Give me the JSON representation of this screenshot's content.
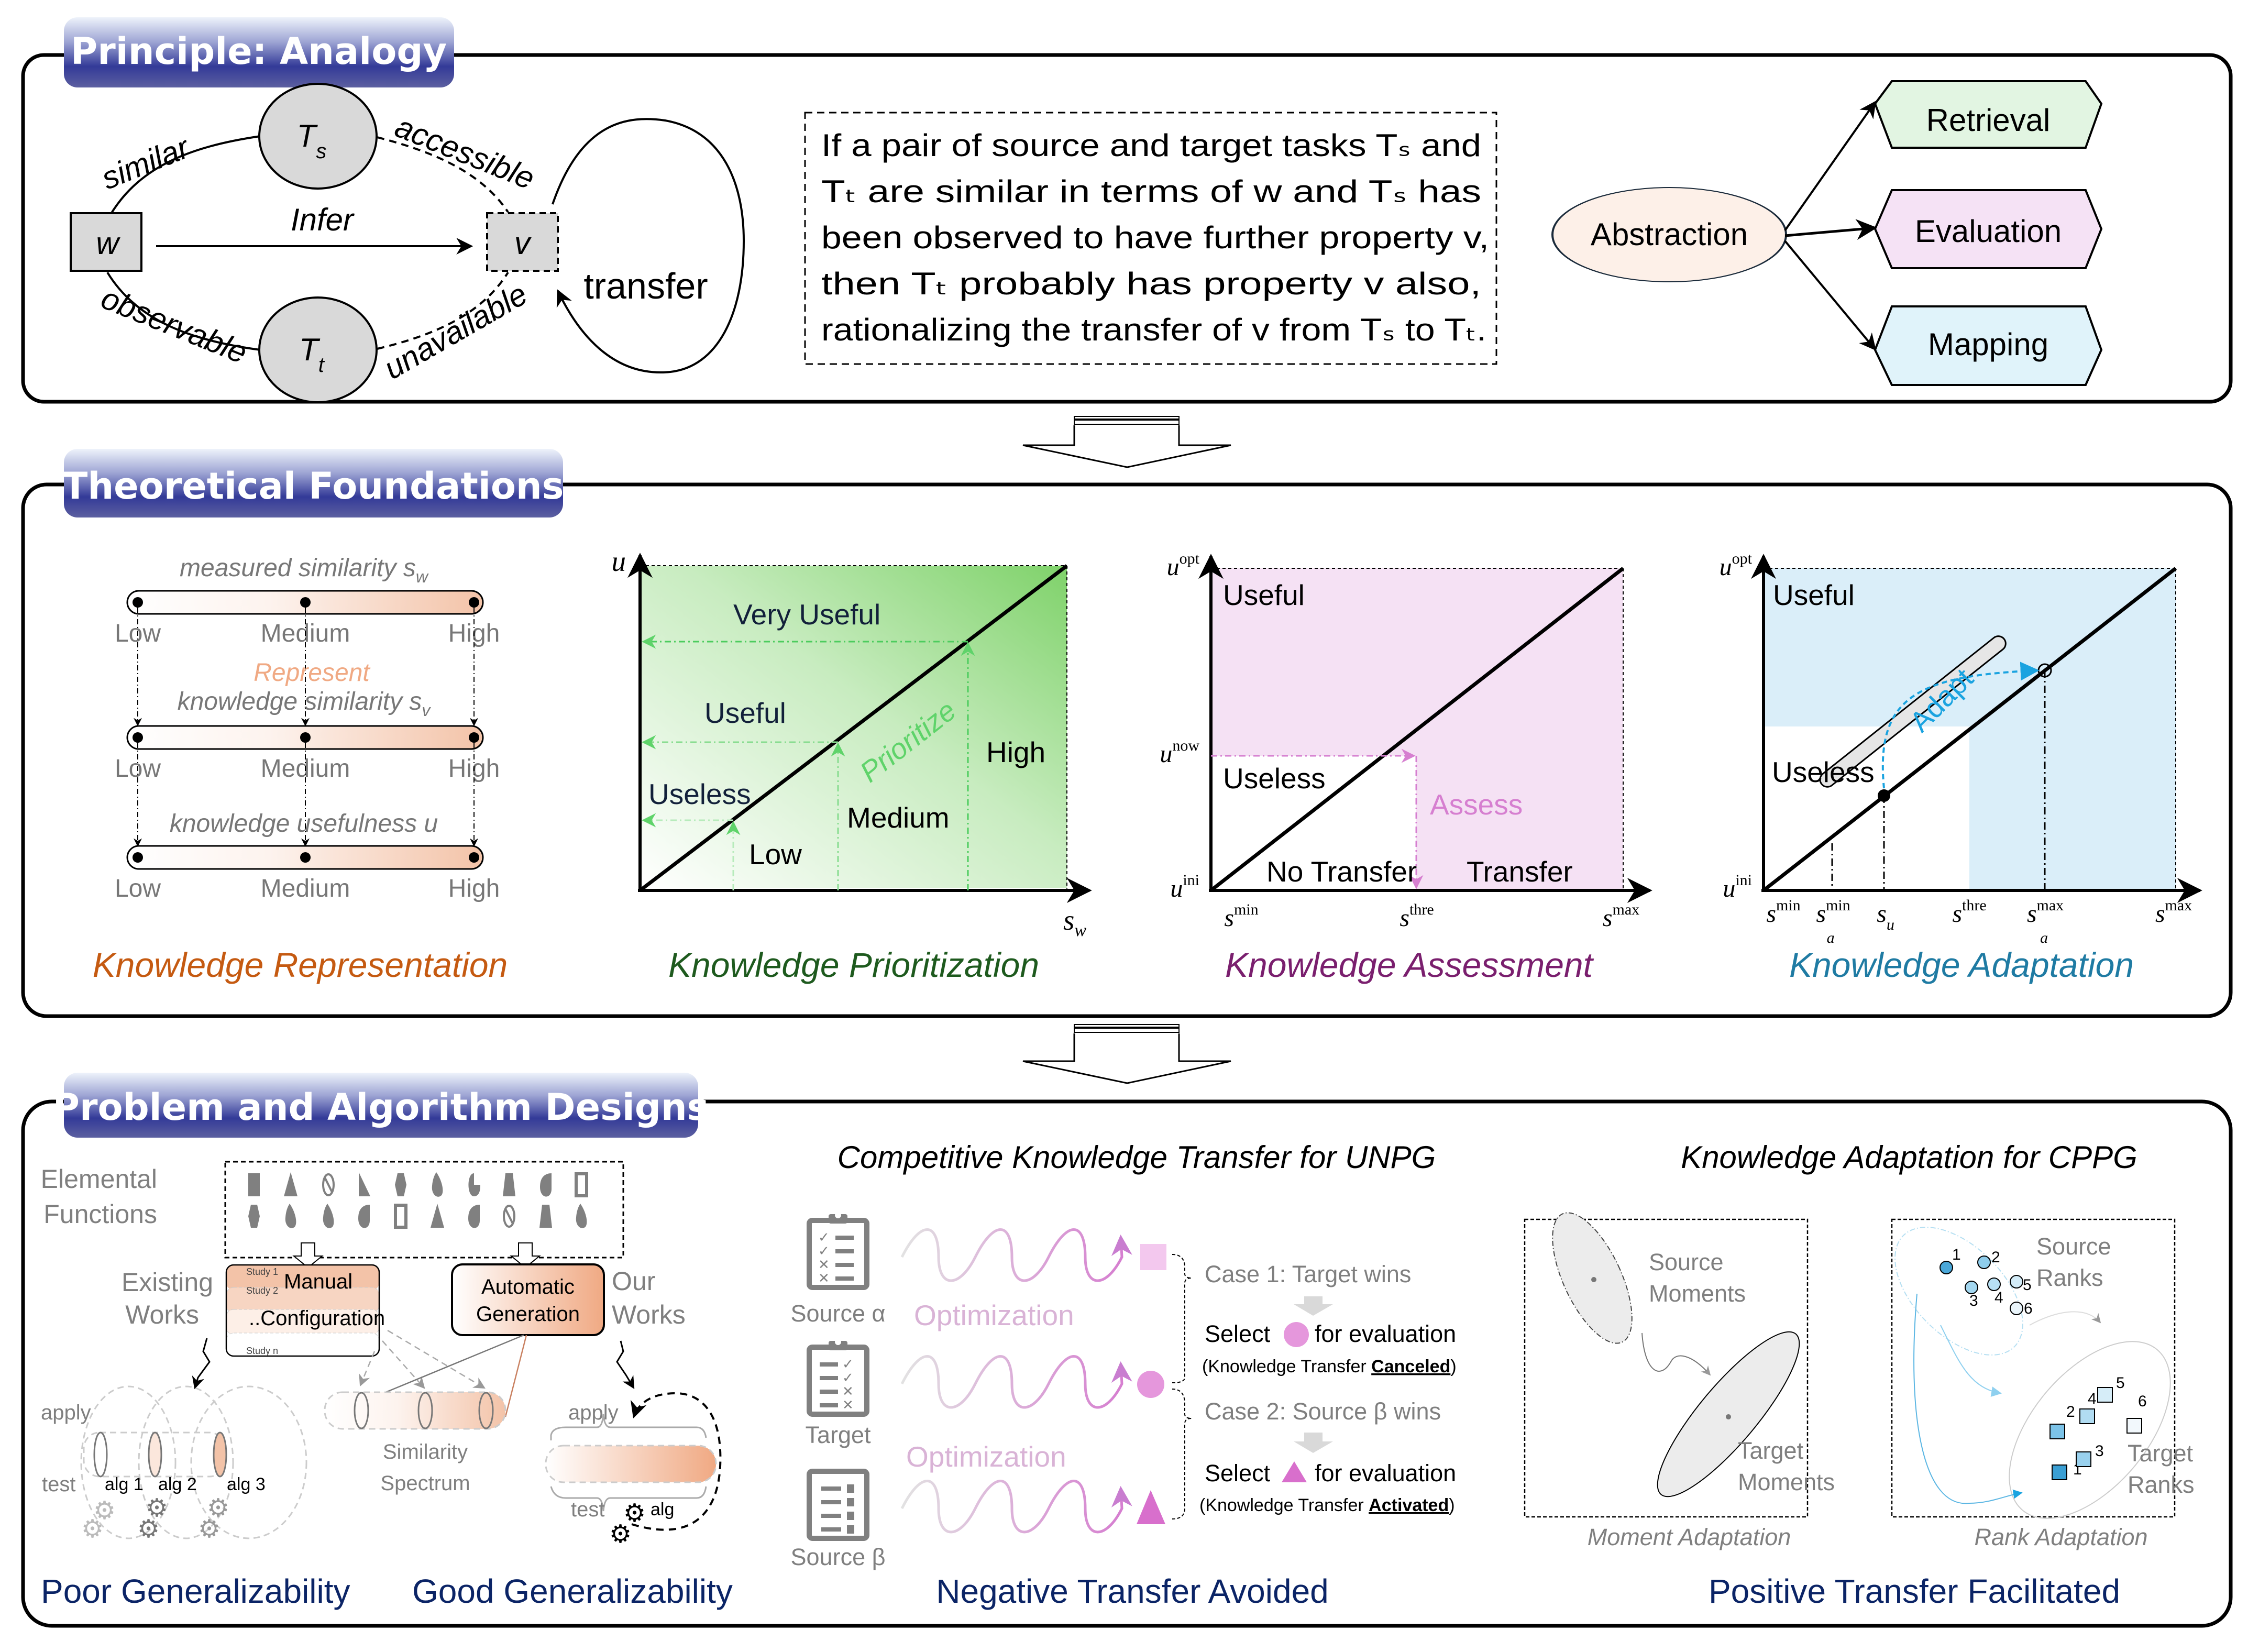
{
  "sections": {
    "principle": {
      "title": "Principle: Analogy"
    },
    "theory": {
      "title": "Theoretical Foundations"
    },
    "problem": {
      "title": "Problem and Algorithm Designs"
    }
  },
  "analogy_graph": {
    "node_w": "w",
    "node_v": "v",
    "node_ts": "T",
    "node_ts_sub": "s",
    "node_tt": "T",
    "node_tt_sub": "t",
    "edge_similar": "similar",
    "edge_accessible": "accessible",
    "edge_observable": "observable",
    "edge_unavailable": "unavailable",
    "edge_infer": "Infer",
    "loop_transfer": "transfer"
  },
  "analogy_statement": {
    "lines": [
      "If a pair of source and target tasks Tₛ and",
      "Tₜ are similar in terms of w and Tₛ has",
      "been observed to have further property v,",
      "then Tₜ probably has property v also,",
      "rationalizing the transfer of v from Tₛ to Tₜ."
    ]
  },
  "abstraction": {
    "root": "Abstraction",
    "children": [
      {
        "label": "Retrieval",
        "color": "#e2f5e2"
      },
      {
        "label": "Evaluation",
        "color": "#f5e2f5"
      },
      {
        "label": "Mapping",
        "color": "#e0f3fa"
      }
    ]
  },
  "representation": {
    "scales": [
      {
        "title": "measured similarity s",
        "sub": "w"
      },
      {
        "title": "knowledge similarity s",
        "sub": "v"
      },
      {
        "title": "knowledge usefulness u",
        "sub": ""
      }
    ],
    "levels": [
      "Low",
      "Medium",
      "High"
    ],
    "represent_label": "Represent",
    "caption": "Knowledge Representation",
    "caption_color": "#c55a11"
  },
  "prioritization": {
    "y_axis": "u",
    "x_axis": "s",
    "x_axis_sub": "w",
    "regions": [
      "Very Useful",
      "Useful",
      "Useless"
    ],
    "levels": [
      "Low",
      "Medium",
      "High"
    ],
    "action": "Prioritize",
    "caption": "Knowledge Prioritization",
    "caption_color": "#1e5a1e"
  },
  "assessment": {
    "y_ticks": [
      {
        "base": "u",
        "sup": "opt"
      },
      {
        "base": "u",
        "sup": "now"
      },
      {
        "base": "u",
        "sup": "ini"
      }
    ],
    "x_ticks": [
      {
        "base": "s",
        "sup": "min"
      },
      {
        "base": "s",
        "sup": "thre"
      },
      {
        "base": "s",
        "sup": "max"
      }
    ],
    "regions": [
      "Useful",
      "Useless",
      "No Transfer",
      "Transfer"
    ],
    "action": "Assess",
    "caption": "Knowledge Assessment",
    "caption_color": "#7a1f6e"
  },
  "adaptation": {
    "y_ticks": [
      {
        "base": "u",
        "sup": "opt"
      },
      {
        "base": "u",
        "sup": "ini"
      }
    ],
    "x_ticks": [
      {
        "base": "s",
        "sup": "min",
        "sub": ""
      },
      {
        "base": "s",
        "sup": "min",
        "sub": "a"
      },
      {
        "base": "s",
        "sup": "",
        "sub": "u"
      },
      {
        "base": "s",
        "sup": "thre",
        "sub": ""
      },
      {
        "base": "s",
        "sup": "max",
        "sub": "a"
      },
      {
        "base": "s",
        "sup": "max",
        "sub": ""
      }
    ],
    "regions": [
      "Useful",
      "Useless"
    ],
    "action": "Adapt",
    "caption": "Knowledge Adaptation",
    "caption_color": "#1f7ba3"
  },
  "generalizability": {
    "elemental_label_1": "Elemental",
    "elemental_label_2": "Functions",
    "existing_1": "Existing",
    "existing_2": "Works",
    "our_1": "Our",
    "our_2": "Works",
    "manual_1": "Manual",
    "manual_2": "..Configuration",
    "studies": [
      "Study 1",
      "Study 2",
      "Study n"
    ],
    "auto_1": "Automatic",
    "auto_2": "Generation",
    "apply": "apply",
    "test": "test",
    "algs": [
      "alg 1",
      "alg 2",
      "alg 3"
    ],
    "alg": "alg",
    "spectrum_1": "Similarity",
    "spectrum_2": "Spectrum",
    "poor": "Poor Generalizability",
    "good": "Good Generalizability"
  },
  "competitive": {
    "title": "Competitive Knowledge Transfer for UNPG",
    "tasks": [
      "Source α",
      "Target",
      "Source β"
    ],
    "optimization": "Optimization",
    "case1": "Case 1: Target wins",
    "case2": "Case 2: Source β wins",
    "select": "Select",
    "for_eval": "for evaluation",
    "note_prefix": "(Knowledge Transfer ",
    "canceled": "Canceled",
    "activated": "Activated",
    "note_suffix": ")",
    "outcome": "Negative Transfer Avoided",
    "accent": "#d67fd0"
  },
  "cppg": {
    "title": "Knowledge Adaptation for CPPG",
    "source_moments_1": "Source",
    "source_moments_2": "Moments",
    "target_moments_1": "Target",
    "target_moments_2": "Moments",
    "source_ranks_1": "Source",
    "source_ranks_2": "Ranks",
    "target_ranks_1": "Target",
    "target_ranks_2": "Ranks",
    "rank_numbers": [
      "1",
      "2",
      "3",
      "4",
      "5",
      "6"
    ],
    "moment_caption": "Moment Adaptation",
    "rank_caption": "Rank Adaptation",
    "outcome": "Positive Transfer Facilitated"
  }
}
